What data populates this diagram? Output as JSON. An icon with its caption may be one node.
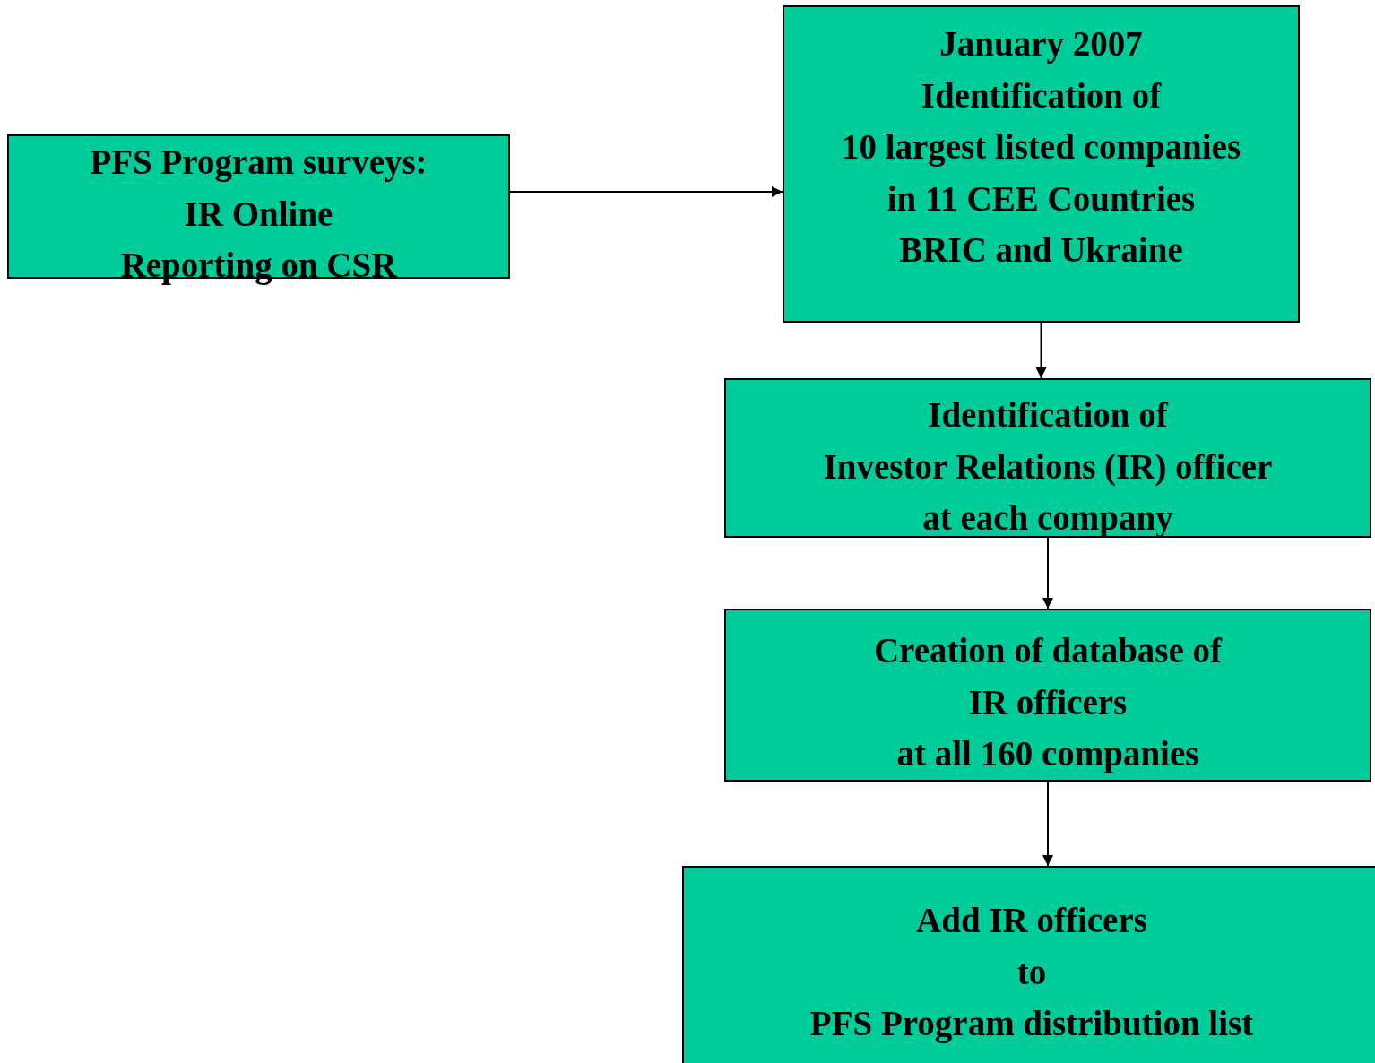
{
  "diagram": {
    "nodes": [
      {
        "text": [
          "PFS Program surveys:",
          "IR Online",
          "Reporting on CSR"
        ]
      },
      {
        "text": [
          "January 2007",
          "Identification of",
          "10 largest listed companies",
          "in 11 CEE Countries",
          "BRIC and Ukraine"
        ]
      },
      {
        "text": [
          "Identification of",
          "Investor Relations (IR) officer",
          "at each company"
        ]
      },
      {
        "text": [
          "Creation of database of",
          "IR officers",
          "at all 160 companies"
        ]
      },
      {
        "text": [
          "Add IR officers",
          "to",
          "PFS Program distribution list"
        ]
      }
    ],
    "edges": [
      {
        "from": 0,
        "to": 1,
        "arrow": "to"
      },
      {
        "from": 1,
        "to": 2,
        "arrow": "to"
      },
      {
        "from": 2,
        "to": 3,
        "arrow": "to"
      },
      {
        "from": 3,
        "to": 4,
        "arrow": "to"
      }
    ]
  }
}
